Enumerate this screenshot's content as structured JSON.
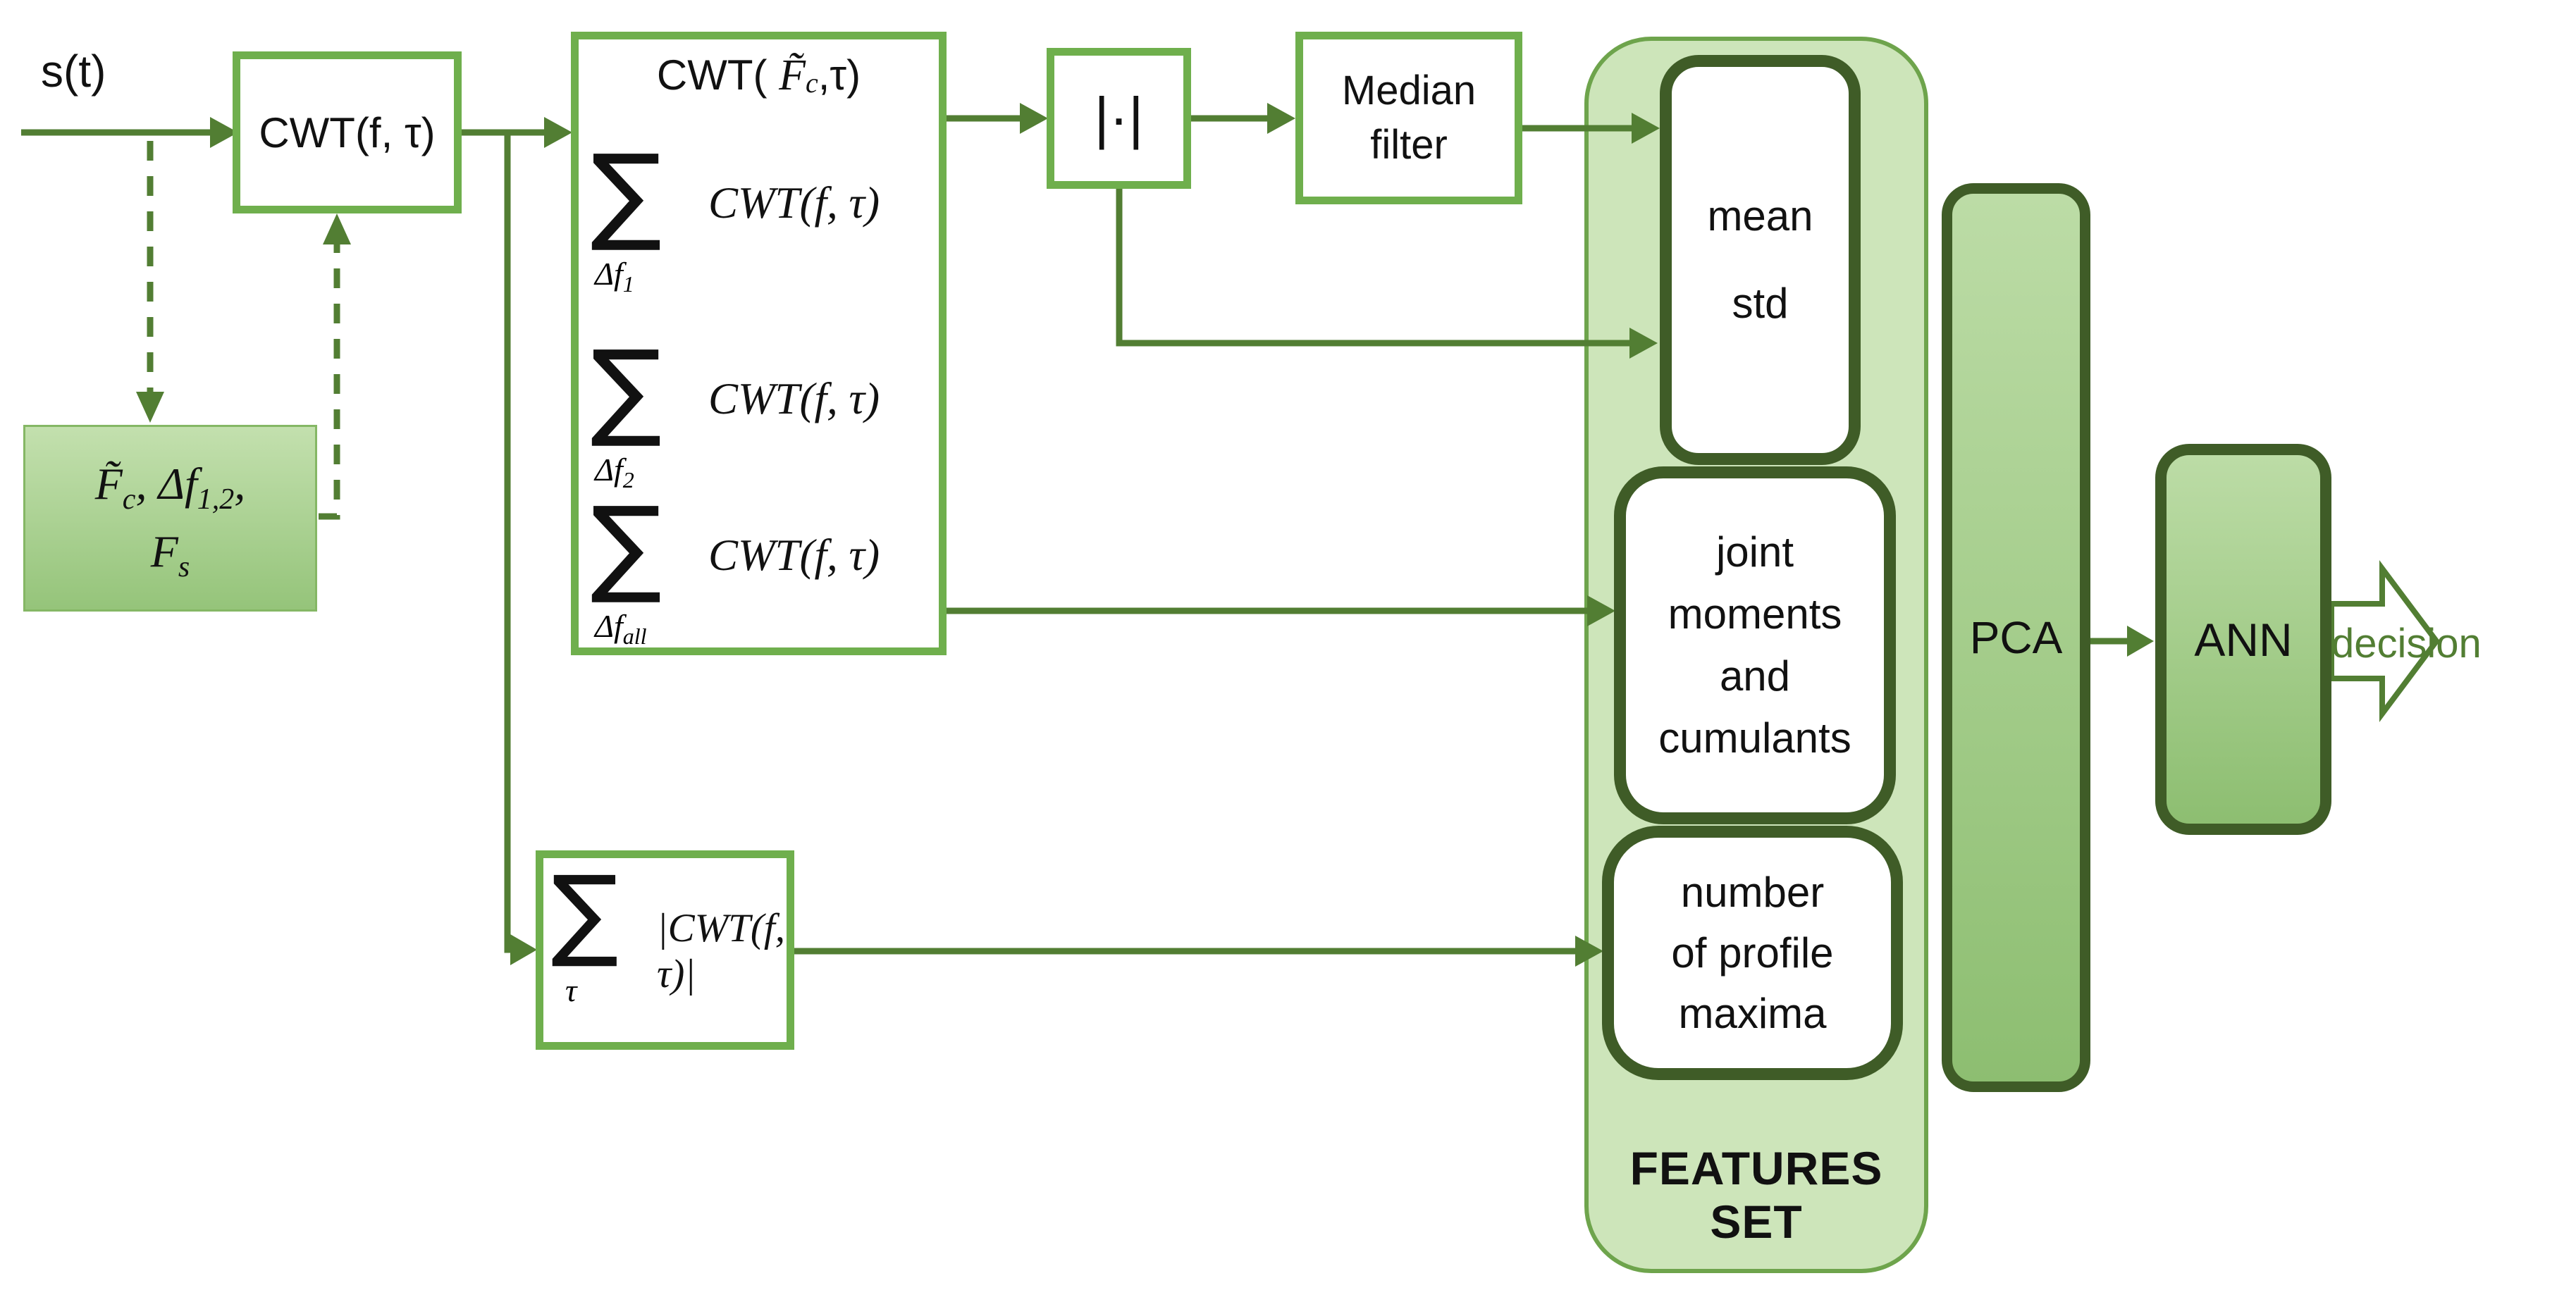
{
  "diagram_title": "CWT feature extraction and classification block diagram",
  "colors": {
    "box_border_green": "#6faf4d",
    "dark_border_green": "#3f5c27",
    "wire_green": "#527e33",
    "container_fill": "#cde5ba",
    "gradient_top": "#bcdca6",
    "gradient_bottom": "#8dbe71",
    "text_black": "#111111",
    "decision_text_green": "#527e33"
  },
  "input_label": "s(t)",
  "cwt_box_label": "CWT(f, τ)",
  "param_box": {
    "p1": "F̃",
    "p1sub": "c",
    "p2": ",  Δf",
    "p2sub": "1,2",
    "p3": ",",
    "line2base": "F",
    "line2sub": "s"
  },
  "big_box": {
    "title_pre": "CWT( ",
    "title_f": "F̃",
    "title_fsub": "c",
    "title_post": ",τ)",
    "sums": [
      {
        "sigma": "∑",
        "sub_base": "Δf",
        "sub_script": "1",
        "expr": "CWT(f, τ)"
      },
      {
        "sigma": "∑",
        "sub_base": "Δf",
        "sub_script": "2",
        "expr": "CWT(f, τ)"
      },
      {
        "sigma": "∑",
        "sub_base": "Δf",
        "sub_script": "all",
        "expr": "CWT(f, τ)"
      }
    ]
  },
  "abs_box_label": "|·|",
  "median_box": {
    "line1": "Median",
    "line2": "filter"
  },
  "lower_box": {
    "sigma": "∑",
    "sub_base": "τ",
    "sub_script": "",
    "expr": "|CWT(f, τ)|"
  },
  "features": {
    "title": "FEATURES SET",
    "mean_box": [
      "mean",
      "std"
    ],
    "joint_box": [
      "joint",
      "moments",
      "and",
      "cumulants"
    ],
    "number_box": [
      "number",
      "of profile",
      "maxima"
    ]
  },
  "pca_label": "PCA",
  "ann_label": "ANN",
  "decision_label": "decision"
}
